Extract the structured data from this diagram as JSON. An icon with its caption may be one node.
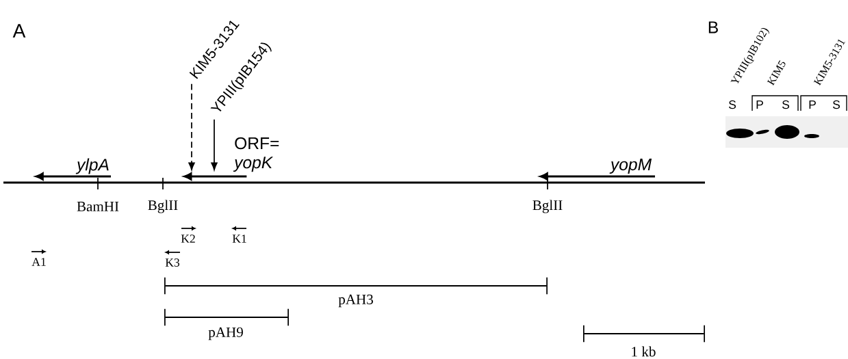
{
  "diagram": {
    "nodes": [
      {
        "text": [
          "KIM5-3131"
        ]
      },
      {
        "text": [
          "YPIII(pIB154)"
        ]
      },
      {
        "text": [],
        "shape": "arrow"
      }
    ],
    "edges": [
      {
        "from": 0,
        "to": 2,
        "arrow": "to",
        "style": "dashed"
      },
      {
        "from": 1,
        "to": 2,
        "arrow": "to"
      }
    ],
    "labels": [
      "A",
      "ylpA",
      "ORF= *yopK*",
      "yopM",
      "BamHI",
      "BglII",
      "BglII",
      "K2",
      "K1",
      "A1",
      "K3",
      "pAH3",
      "pAH9",
      "1 kb",
      "B",
      "YPIII(pIB102)",
      "KIM5",
      "KIM5-3131",
      "S",
      "P",
      "S",
      "P",
      "S"
    ]
  }
}
